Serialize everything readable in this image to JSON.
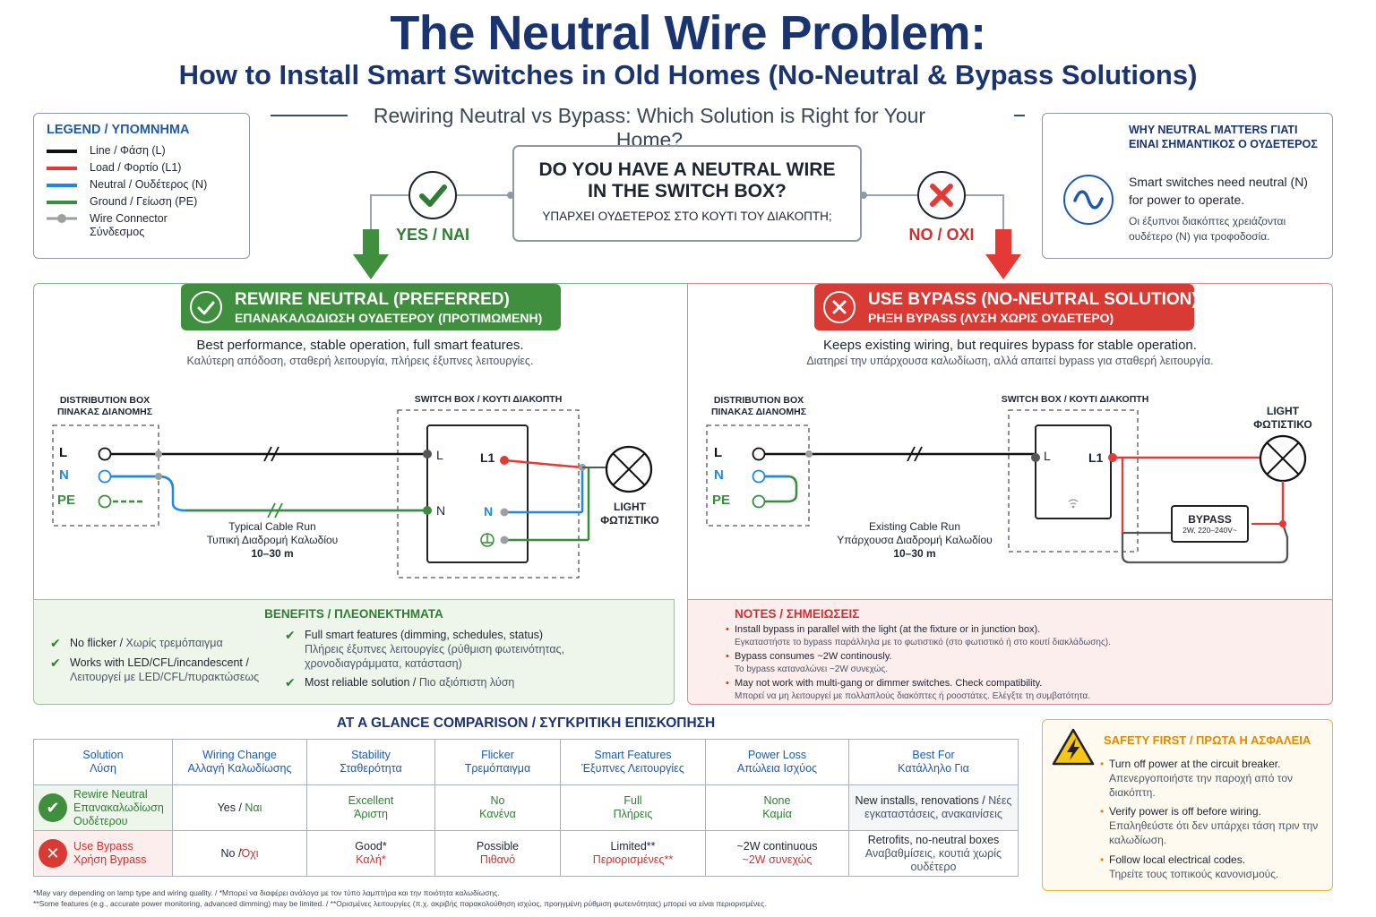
{
  "header": {
    "title": "The Neutral Wire Problem:",
    "subtitle": "How to Install Smart Switches in Old Homes (No-Neutral & Bypass Solutions)",
    "question": "Rewiring Neutral vs Bypass: Which Solution is Right for Your Home?"
  },
  "legend": {
    "title": "LEGEND / ΥΠΟΜΝΗΜΑ",
    "items": [
      {
        "label": "Line / Φάση (L)",
        "color": "#111111"
      },
      {
        "label": "Load / Φορτίο (L1)",
        "color": "#e53935"
      },
      {
        "label": "Neutral / Ουδέτερος (N)",
        "color": "#1e88e5"
      },
      {
        "label": "Ground / Γείωση (PE)",
        "color": "#388e3c"
      },
      {
        "label": "Wire Connector",
        "label2": "Σύνδεσμος",
        "color": "#9e9e9e"
      }
    ]
  },
  "why": {
    "title": "WHY NEUTRAL MATTERS ΓΙΑΤΙ ΕΙΝΑΙ ΣΗΜΑΝΤΙΚΟΣ Ο ΟΥΔΕΤΕΡΟΣ",
    "text_en": "Smart switches need neutral (N) for power to operate.",
    "text_gr": "Οι έξυπνοι διακόπτες χρειάζονται ουδέτερο (N) για τροφοδοσία.",
    "icon": "sine-wave-icon"
  },
  "question_box": {
    "line1": "DO YOU HAVE A NEUTRAL WIRE",
    "line2": "IN THE SWITCH BOX?",
    "greek": "ΥΠΑΡΧΕΙ ΟΥΔΕΤΕΡΟΣ ΣΤΟ ΚΟΥΤΙ ΤΟΥ ΔΙΑΚΟΠΤΗ;"
  },
  "yes_label": "YES / ΝΑΙ",
  "no_label": "NO / ΟΧΙ",
  "left_panel": {
    "banner_en": "REWIRE NEUTRAL (PREFERRED)",
    "banner_gr": "ΕΠΑΝΑΚΑΛΩΔΙΩΣΗ ΟΥΔΕΤΕΡΟΥ (ΠΡΟΤΙΜΩΜΕΝΗ)",
    "desc_en": "Best performance, stable operation, full smart features.",
    "desc_gr": "Καλύτερη απόδοση, σταθερή λειτουργία, πλήρεις έξυπνες λειτουργίες.",
    "dist_en": "DISTRIBUTION BOX",
    "dist_gr": "ΠΙΝΑΚΑΣ ΔΙΑΝΟΜΗΣ",
    "switch_en": "SWITCH BOX",
    "switch_gr": "ΚΟΥΤΙ ΔΙΑΚΟΠΤΗ",
    "cable_en": "Typical Cable Run",
    "cable_gr": "Τυπική Διαδρομή Καλωδίου",
    "cable_len": "10–30 m",
    "light_en": "LIGHT",
    "light_gr": "ΦΩΤΙΣΤΙΚΟ",
    "terms": {
      "l": "L",
      "n": "N",
      "pe": "PE",
      "sl": "L",
      "sn": "N",
      "l1": "L1",
      "n2": "N"
    }
  },
  "right_panel": {
    "banner_en": "USE BYPASS (NO-NEUTRAL SOLUTION)",
    "banner_gr": "ΡΗΞΗ BYPASS (ΛΥΣΗ ΧΩΡΙΣ ΟΥΔΕΤΕΡΟ)",
    "desc_en": "Keeps existing wiring, but requires bypass for stable operation.",
    "desc_gr": "Διατηρεί την υπάρχουσα καλωδίωση, αλλά απαιτεί bypass για σταθερή λειτουργία.",
    "dist_en": "DISTRIBUTION BOX",
    "dist_gr": "ΠΙΝΑΚΑΣ ΔΙΑΝΟΜΗΣ",
    "switch_en": "SWITCH BOX",
    "switch_gr": "ΚΟΥΤΙ ΔΙΑΚΟΠΤΗ",
    "cable_en": "Existing Cable Run",
    "cable_gr": "Υπάρχουσα Διαδρομή Καλωδίου",
    "cable_len": "10–30 m",
    "light_en": "LIGHT",
    "light_gr": "ΦΩΤΙΣΤΙΚΟ",
    "bypass_label": "BYPASS",
    "bypass_spec": "2W, 220–240V~",
    "terms": {
      "l": "L",
      "n": "N",
      "pe": "PE",
      "sl": "L",
      "l1": "L1"
    }
  },
  "benefits": {
    "title": "BENEFITS / ΠΛΕΟΝΕΚΤΗΜΑΤΑ",
    "items": [
      {
        "en": "No flicker",
        "gr": "Χωρίς τρεμόπαιγμα"
      },
      {
        "en": "Works with LED/CFL/incandescent /",
        "gr": "Λειτουργεί με LED/CFL/πυρακτώσεως"
      },
      {
        "en": "Full smart features (dimming, schedules, status)",
        "gr": "Πλήρεις έξυπνες λειτουργίες (ρύθμιση φωτεινότητας, χρονοδιαγράμματα, κατάσταση)"
      },
      {
        "en": "Most reliable solution",
        "gr": "Πιο αξιόπιστη λύση"
      }
    ]
  },
  "notes": {
    "title": "NOTES / ΣΗΜΕΙΩΣΕΙΣ",
    "items": [
      {
        "en": "Install bypass in parallel with the light (at the fixture or in junction box).",
        "gr": "Εγκαταστήστε το bypass παράλληλα με το φωτιστικό (στο φωτιστικό ή στο κουτί διακλάδωσης)."
      },
      {
        "en": "Bypass consumes ~2W continously.",
        "gr": "Το bypass καταναλώνει ~2W συνεχώς."
      },
      {
        "en": "May not work with multi-gang or dimmer switches. Check compatibility.",
        "gr": "Μπορεί να μη λειτουργεί με πολλαπλούς διακόπτες ή ροοστάτες. Ελέγξτε τη συμβατότητα."
      }
    ]
  },
  "comparison": {
    "title": "AT A GLANCE COMPARISON / ΣΥΓΚΡΙΤΙΚΗ ΕΠΙΣΚΟΠΗΣΗ",
    "headers": [
      {
        "en": "Solution",
        "gr": "Λύση"
      },
      {
        "en": "Wiring Change",
        "gr": "Αλλαγή Καλωδίωσης"
      },
      {
        "en": "Stability",
        "gr": "Σταθερότητα"
      },
      {
        "en": "Flicker",
        "gr": "Τρεμόπαιγμα"
      },
      {
        "en": "Smart Features",
        "gr": "Έξυπνες Λειτουργίες"
      },
      {
        "en": "Power Loss",
        "gr": "Απώλεια Ισχύος"
      },
      {
        "en": "Best For",
        "gr": "Κατάλληλο Για"
      }
    ],
    "rows": [
      {
        "solution_en": "Rewire Neutral",
        "solution_gr": "Επανακαλωδίωση Ουδέτερου",
        "wiring_en": "Yes",
        "wiring_gr": "Ναι",
        "stability_en": "Excellent",
        "stability_gr": "Άριστη",
        "flicker_en": "No",
        "flicker_gr": "Κανένα",
        "smart_en": "Full",
        "smart_gr": "Πλήρεις",
        "power_en": "None",
        "power_gr": "Καμία",
        "best_en": "New installs, renovations",
        "best_gr": "Νέες εγκαταστάσεις, ανακαινίσεις"
      },
      {
        "solution_en": "Use Bypass",
        "solution_gr": "Χρήση Bypass",
        "wiring_en": "No",
        "wiring_gr": "Όχι",
        "stability_en": "Good*",
        "stability_gr": "Καλή*",
        "flicker_en": "Possible",
        "flicker_gr": "Πιθανό",
        "smart_en": "Limited**",
        "smart_gr": "Περιορισμένες**",
        "power_en": "~2W continuous",
        "power_gr": "~2W συνεχώς",
        "best_en": "Retrofits, no-neutral boxes",
        "best_gr": "Αναβαθμίσεις, κουτιά χωρίς ουδέτερο"
      }
    ]
  },
  "safety": {
    "title": "SAFETY FIRST / ΠΡΩΤΑ Η ΑΣΦΑΛΕΙΑ",
    "items": [
      {
        "en": "Turn off power at the circuit breaker.",
        "gr": "Απενεργοποιήστε την παροχή από τον διακόπτη."
      },
      {
        "en": "Verify power is off before wiring.",
        "gr": "Επαληθεύστε ότι δεν υπάρχει τάση πριν την καλωδίωση."
      },
      {
        "en": "Follow local electrical codes.",
        "gr": "Τηρείτε τους τοπικούς κανονισμούς."
      }
    ]
  },
  "footnotes": {
    "f1": "*May vary depending on lamp type and wiring quality. / *Μπορεί να διαφέρει ανάλογα με τον τύπο λαμπτήρα και την ποιότητα καλωδίωσης.",
    "f2": "**Some features (e.g., accurate power monitoring, advanced dimming) may be limited. / **Ορισμένες λειτουργίες (π.χ. ακριβής παρακολούθηση ισχύος, προηγμένη ρύθμιση φωτεινότητας) μπορεί να είναι περιορισμένες."
  }
}
